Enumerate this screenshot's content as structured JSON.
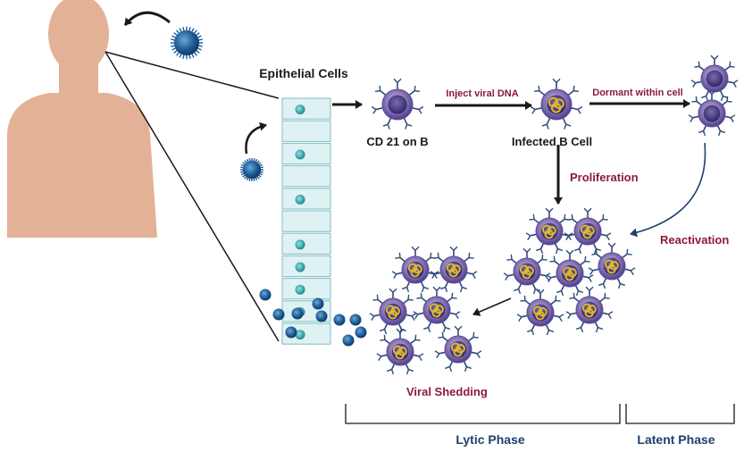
{
  "labels": {
    "epithelial_cells": "Epithelial Cells",
    "cd21": "CD 21 on B",
    "inject": "Inject viral DNA",
    "infected": "Infected B Cell",
    "dormant": "Dormant within cell",
    "proliferation": "Proliferation",
    "reactivation": "Reactivation",
    "viral_shedding": "Viral Shedding",
    "lytic_phase": "Lytic Phase",
    "latent_phase": "Latent Phase"
  },
  "colors": {
    "skin": "#e3b296",
    "virus": "#1f5c96",
    "cell_body": "#8a78b8",
    "cell_core": "#4e3f8c",
    "epithelium": "#dff2f3",
    "nucleus": "#2aa3a8",
    "dna": "#e0b82a",
    "text_maroon": "#8b1a3a",
    "text_navy": "#1f3f6e"
  }
}
